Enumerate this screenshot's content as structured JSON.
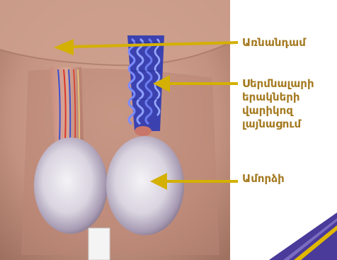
{
  "labels": {
    "abdomen": "Առնանդամ",
    "varicocele": [
      "Սերմնալարի",
      "երակների",
      "վարիկոզ",
      "լայնացում"
    ],
    "testicle": "Ամորձի"
  },
  "colors": {
    "label_text": "#a47a20",
    "arrow": "#d4b000",
    "skin": "#c89a86",
    "vein_blue": "#2e3fb8",
    "accent_purple": "#4a3a9a",
    "accent_yellow": "#e0b800"
  }
}
